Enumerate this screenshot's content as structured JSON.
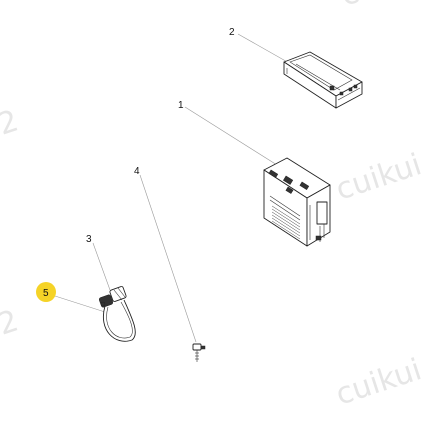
{
  "callouts": {
    "c1": "1",
    "c2": "2",
    "c3": "3",
    "c4": "4",
    "c5": "5"
  },
  "watermarks": {
    "w1": "cuikui",
    "w2": "cuikui",
    "w3": "2",
    "w4": "2",
    "w5": "cui"
  },
  "highlight_color": "#f5d327",
  "part_icons": {
    "p1": "control-module-icon",
    "p2": "module-tray-icon",
    "p3": "wiring-harness-icon",
    "p4": "screw-icon"
  }
}
